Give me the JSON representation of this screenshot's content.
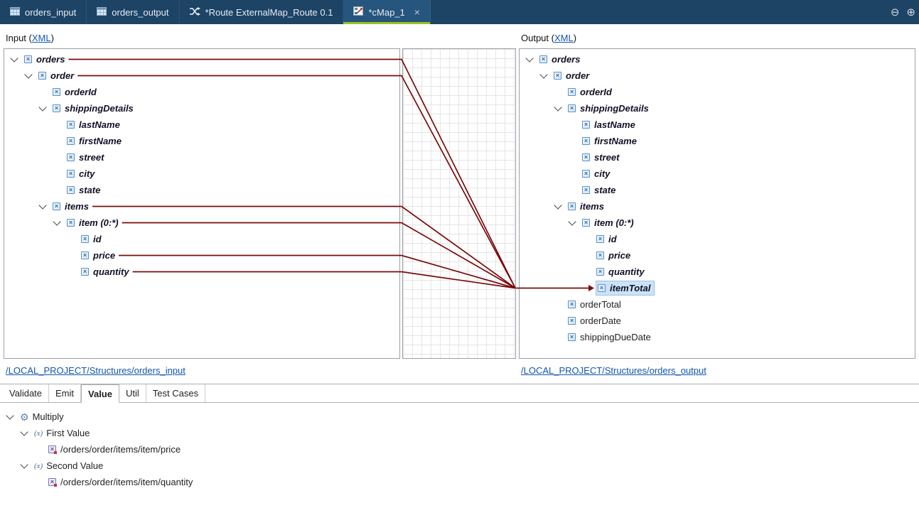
{
  "tabbar": {
    "tabs": [
      {
        "label": "orders_input",
        "icon": "structure-icon",
        "active": false
      },
      {
        "label": "orders_output",
        "icon": "structure-icon",
        "active": false
      },
      {
        "label": "*Route ExternalMap_Route 0.1",
        "icon": "route-icon",
        "active": false
      },
      {
        "label": "*cMap_1",
        "icon": "cmap-icon",
        "active": true,
        "close_glyph": "×"
      }
    ],
    "minimize_glyph": "⊖",
    "maximize_glyph": "⊕"
  },
  "header": {
    "input_prefix": "Input (",
    "output_prefix": "Output (",
    "xml_link": "XML",
    "suffix": ")"
  },
  "input_tree": {
    "rows": [
      {
        "label": "orders",
        "depth": 0,
        "expandable": true
      },
      {
        "label": "order",
        "depth": 1,
        "expandable": true
      },
      {
        "label": "orderId",
        "depth": 2
      },
      {
        "label": "shippingDetails",
        "depth": 2,
        "expandable": true
      },
      {
        "label": "lastName",
        "depth": 3
      },
      {
        "label": "firstName",
        "depth": 3
      },
      {
        "label": "street",
        "depth": 3
      },
      {
        "label": "city",
        "depth": 3
      },
      {
        "label": "state",
        "depth": 3
      },
      {
        "label": "items",
        "depth": 2,
        "expandable": true
      },
      {
        "label": "item (0:*)",
        "depth": 3,
        "expandable": true
      },
      {
        "label": "id",
        "depth": 4
      },
      {
        "label": "price",
        "depth": 4
      },
      {
        "label": "quantity",
        "depth": 4
      }
    ]
  },
  "output_tree": {
    "rows": [
      {
        "label": "orders",
        "depth": 0,
        "expandable": true
      },
      {
        "label": "order",
        "depth": 1,
        "expandable": true
      },
      {
        "label": "orderId",
        "depth": 2
      },
      {
        "label": "shippingDetails",
        "depth": 2,
        "expandable": true
      },
      {
        "label": "lastName",
        "depth": 3
      },
      {
        "label": "firstName",
        "depth": 3
      },
      {
        "label": "street",
        "depth": 3
      },
      {
        "label": "city",
        "depth": 3
      },
      {
        "label": "state",
        "depth": 3
      },
      {
        "label": "items",
        "depth": 2,
        "expandable": true
      },
      {
        "label": "item (0:*)",
        "depth": 3,
        "expandable": true
      },
      {
        "label": "id",
        "depth": 4
      },
      {
        "label": "price",
        "depth": 4
      },
      {
        "label": "quantity",
        "depth": 4
      },
      {
        "label": "itemTotal",
        "depth": 4,
        "selected": true
      },
      {
        "label": "orderTotal",
        "depth": 2,
        "style": "plain"
      },
      {
        "label": "orderDate",
        "depth": 2,
        "style": "plain"
      },
      {
        "label": "shippingDueDate",
        "depth": 2,
        "style": "plain"
      }
    ]
  },
  "map_lines": {
    "color": "#7a0b0b",
    "sources": [
      {
        "row": 0,
        "label": "orders"
      },
      {
        "row": 1,
        "label": "order"
      },
      {
        "row": 9,
        "label": "items"
      },
      {
        "row": 10,
        "label": "item (0:*)"
      },
      {
        "row": 12,
        "label": "price"
      },
      {
        "row": 13,
        "label": "quantity"
      }
    ],
    "target": {
      "row": 14,
      "label": "itemTotal"
    }
  },
  "footer": {
    "input_link": "/LOCAL_PROJECT/Structures/orders_input",
    "output_link": "/LOCAL_PROJECT/Structures/orders_output"
  },
  "bottom": {
    "tabs": [
      {
        "label": "Validate",
        "active": false
      },
      {
        "label": "Emit",
        "active": false
      },
      {
        "label": "Value",
        "active": true
      },
      {
        "label": "Util",
        "active": false
      },
      {
        "label": "Test Cases",
        "active": false
      }
    ],
    "rows": [
      {
        "label": "Multiply",
        "depth": 0,
        "expandable": true,
        "icon": "gear-icon",
        "style": "plain"
      },
      {
        "label": "First Value",
        "depth": 1,
        "expandable": true,
        "icon": "fx-icon",
        "style": "plain"
      },
      {
        "label": "/orders/order/items/item/price",
        "depth": 2,
        "icon": "xpath-icon",
        "style": "plain"
      },
      {
        "label": "Second Value",
        "depth": 1,
        "expandable": true,
        "icon": "fx-icon",
        "style": "plain"
      },
      {
        "label": "/orders/order/items/item/quantity",
        "depth": 2,
        "icon": "xpath-icon",
        "style": "plain"
      }
    ]
  }
}
